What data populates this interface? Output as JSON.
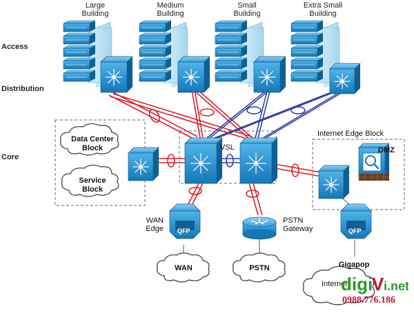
{
  "tiers": {
    "access": "Access",
    "distribution": "Distribution",
    "core": "Core"
  },
  "buildings": [
    {
      "line1": "Large",
      "line2": "Building"
    },
    {
      "line1": "Medium",
      "line2": "Building"
    },
    {
      "line1": "Small",
      "line2": "Building"
    },
    {
      "line1": "Extra Small",
      "line2": "Building"
    }
  ],
  "core": {
    "vsl_label": "VSL"
  },
  "services": {
    "data_center_line1": "Data Center",
    "data_center_line2": "Block",
    "service_line1": "Service",
    "service_line2": "Block"
  },
  "internet_edge": {
    "title": "Internet Edge Block",
    "dmz": "DMZ"
  },
  "wan": {
    "edge_line1": "WAN",
    "edge_line2": "Edge",
    "qfp": "QFP",
    "cloud": "WAN"
  },
  "pstn": {
    "gw_line1": "PSTN",
    "gw_line2": "Gateway",
    "cloud": "PSTN"
  },
  "gigapop": {
    "qfp": "QFP",
    "cloud_line1": "Gigapop",
    "cloud_line2": "Internet"
  },
  "watermark": {
    "brand": "digiVi.net",
    "phone": "0988.776.186"
  },
  "colors": {
    "device_blue": "#1e8fce",
    "device_dark": "#0e5f96",
    "link_red": "#d8202a",
    "link_blue": "#2d3fa8",
    "brand_green": "#2c9a2c",
    "phone_red": "#c8102e"
  }
}
